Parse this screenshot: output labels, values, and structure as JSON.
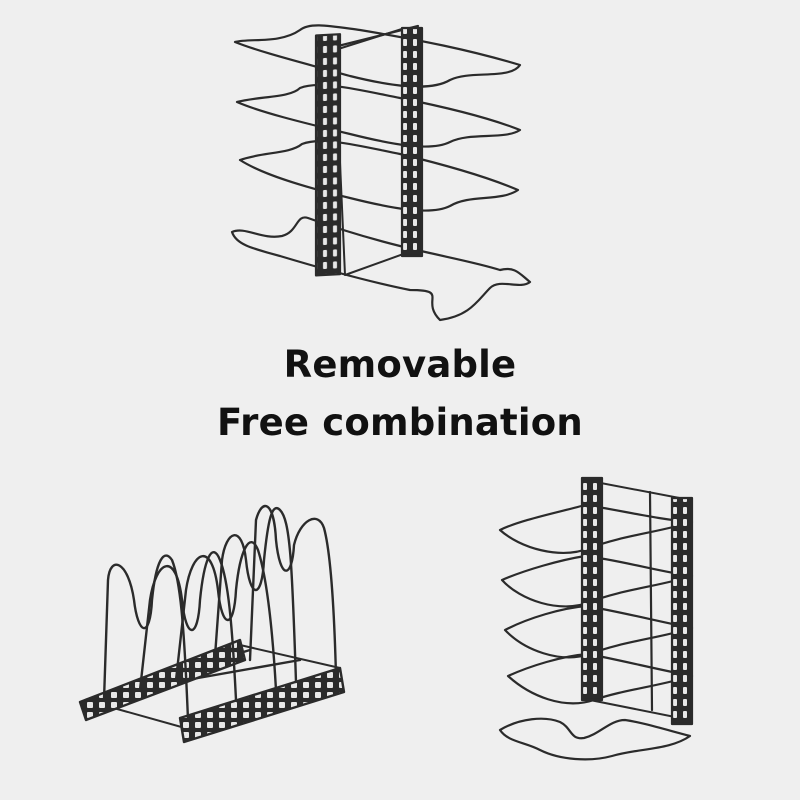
{
  "caption": {
    "line1": "Removable",
    "line2": "Free combination"
  },
  "illustrations": [
    {
      "name": "vertical-stacked-pan-rack",
      "icon": "pan-rack-vertical-icon"
    },
    {
      "name": "horizontal-pan-rack",
      "icon": "pan-rack-horizontal-icon"
    },
    {
      "name": "vertical-mounted-pan-rack",
      "icon": "pan-rack-side-icon"
    }
  ],
  "colors": {
    "background": "#efefef",
    "metal": "#2b2b2b",
    "text": "#111111"
  }
}
